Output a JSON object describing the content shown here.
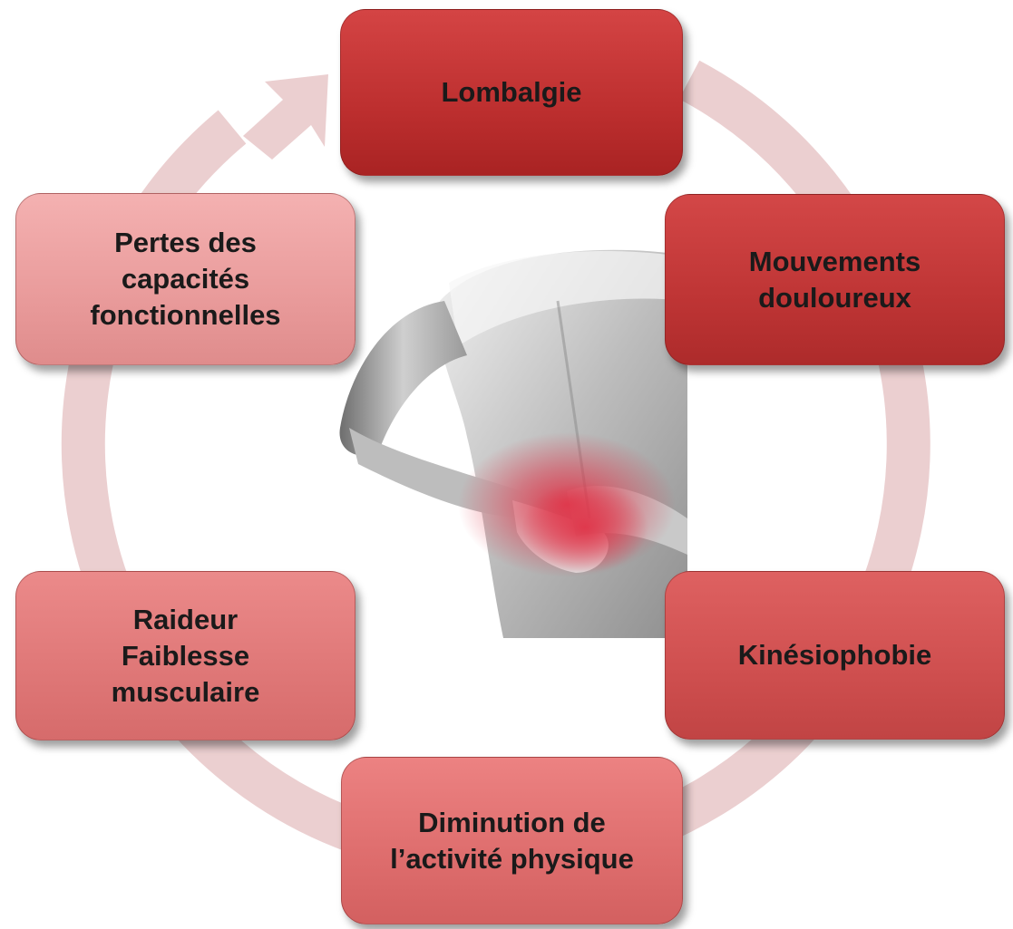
{
  "diagram": {
    "nodes": [
      {
        "id": "lombalgie",
        "label": "Lombalgie"
      },
      {
        "id": "mouvements-douloureux",
        "label": "Mouvements\ndouloureux"
      },
      {
        "id": "kinesiophobie",
        "label": "Kinésiophobie"
      },
      {
        "id": "diminution-activite",
        "label": "Diminution de\nl’activité physique"
      },
      {
        "id": "raideur-faiblesse",
        "label": "Raideur\nFaiblesse\nmusculaire"
      },
      {
        "id": "pertes-capacites",
        "label": "Pertes des\ncapacités\nfonctionnelles"
      }
    ],
    "cycle_direction": "clockwise",
    "ring_color": "#ebcfd0",
    "photo": {
      "subject": "back-pain-photo",
      "highlight_color": "#e0364a"
    }
  }
}
